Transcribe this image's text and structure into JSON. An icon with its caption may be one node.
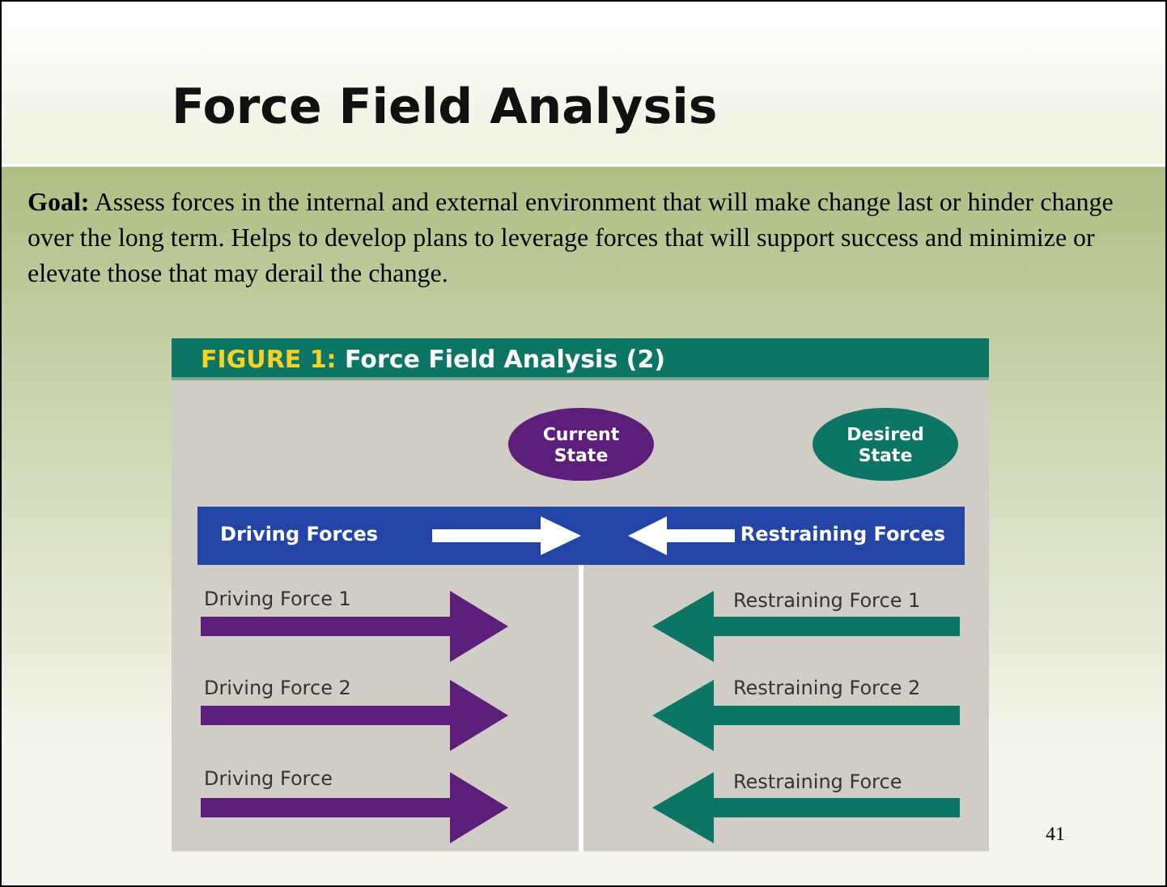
{
  "diagram": {
    "title": "Force Field Analysis",
    "nodes": [
      {
        "text": [
          "Current State"
        ]
      },
      {
        "text": [
          "Desired State"
        ]
      },
      {
        "text": [
          "Driving Forces",
          "Restraining Forces"
        ]
      }
    ],
    "labels": [
      "**Goal:** Assess forces in the internal and external environment that will make change last or hinder change over the long term. Helps to develop plans to leverage forces that will support success and minimize or elevate those that may derail the change.",
      "FIGURE 1: Force Field Analysis (2)",
      "Driving Force 1",
      "Restraining Force 1",
      "Driving Force 2",
      "Restraining Force 2",
      "Driving Force",
      "Restraining Force",
      "41"
    ]
  }
}
